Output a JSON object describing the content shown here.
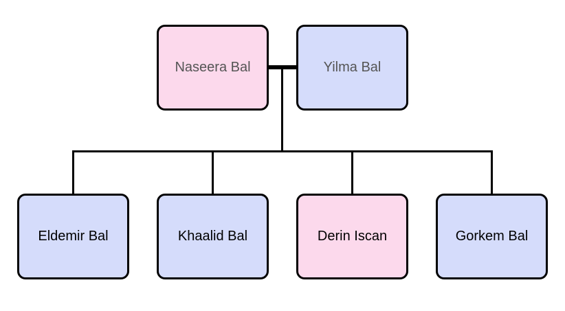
{
  "colors": {
    "female": "#fcd9ec",
    "male": "#d5dcfb",
    "line": "#000000"
  },
  "parents": [
    {
      "name": "Naseera Bal",
      "gender": "female"
    },
    {
      "name": "Yilma Bal",
      "gender": "male"
    }
  ],
  "children": [
    {
      "name": "Eldemir Bal",
      "gender": "male"
    },
    {
      "name": "Khaalid Bal",
      "gender": "male"
    },
    {
      "name": "Derin Iscan",
      "gender": "female"
    },
    {
      "name": "Gorkem Bal",
      "gender": "male"
    }
  ]
}
